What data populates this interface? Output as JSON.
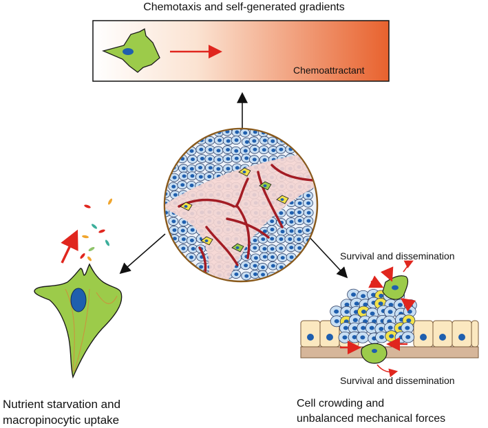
{
  "diagram": {
    "top_panel": {
      "title": "Chemotaxis and self-generated gradients",
      "gradient_label": "Chemoattractant",
      "gradient_colors": [
        "#ffffff",
        "#e8622e"
      ]
    },
    "left_panel": {
      "caption_line1": "Nutrient starvation and",
      "caption_line2": "macropinocytic uptake"
    },
    "right_panel": {
      "top_label": "Survival and dissemination",
      "bottom_label": "Survival and dissemination",
      "caption_line1": "Cell crowding and",
      "caption_line2": "unbalanced mechanical forces"
    },
    "colors": {
      "cell_green": "#9ccb4a",
      "nucleus_blue": "#1f5fae",
      "arrow_red": "#e0261e",
      "tumor_cell": "#c9dff3",
      "vessel_red": "#a31c24",
      "stroma_pink": "#f6d6d2",
      "stromal_yellow": "#f2e24a",
      "epithelium": "#fbe8c0"
    }
  }
}
